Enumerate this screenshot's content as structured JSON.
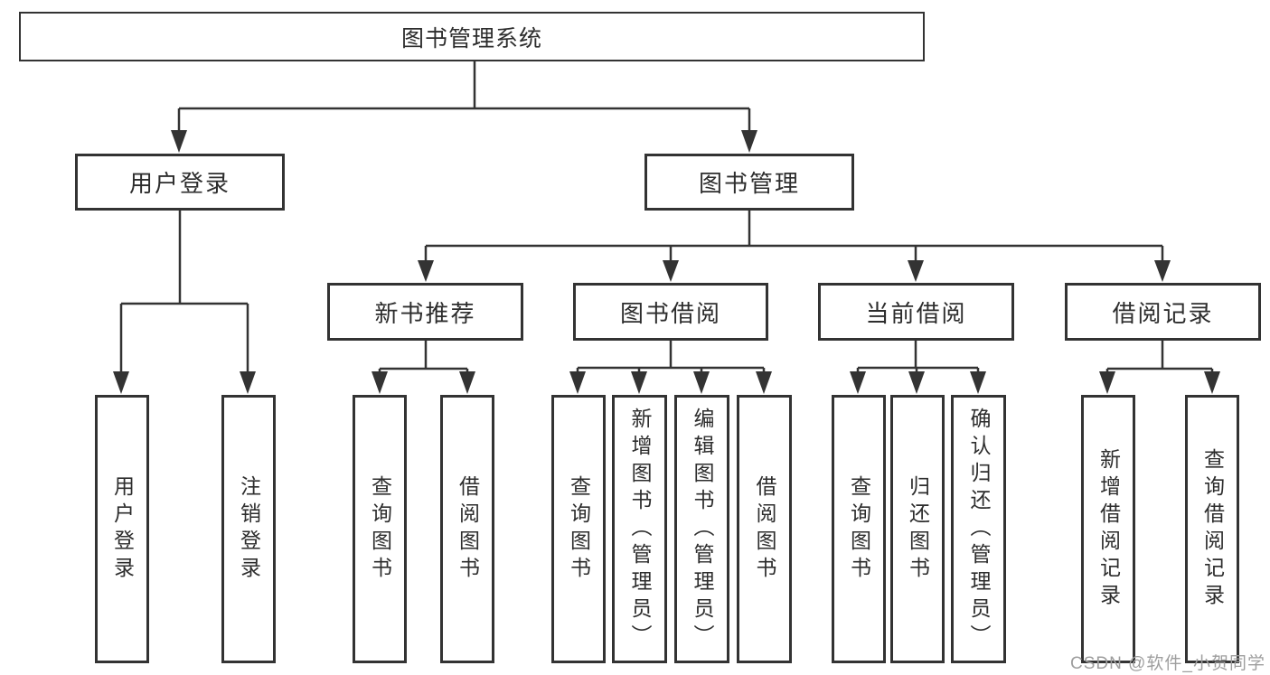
{
  "diagram": {
    "type": "hierarchy-tree",
    "root": {
      "label": "图书管理系统",
      "children": [
        {
          "label": "用户登录",
          "children": [
            {
              "label": "用户登录"
            },
            {
              "label": "注销登录"
            }
          ]
        },
        {
          "label": "图书管理",
          "children": [
            {
              "label": "新书推荐",
              "children": [
                {
                  "label": "查询图书"
                },
                {
                  "label": "借阅图书"
                }
              ]
            },
            {
              "label": "图书借阅",
              "children": [
                {
                  "label": "查询图书"
                },
                {
                  "label": "新增图书（管理员）"
                },
                {
                  "label": "编辑图书（管理员）"
                },
                {
                  "label": "借阅图书"
                }
              ]
            },
            {
              "label": "当前借阅",
              "children": [
                {
                  "label": "查询图书"
                },
                {
                  "label": "归还图书"
                },
                {
                  "label": "确认归还（管理员）"
                }
              ]
            },
            {
              "label": "借阅记录",
              "children": [
                {
                  "label": "新增借阅记录"
                },
                {
                  "label": "查询借阅记录"
                }
              ]
            }
          ]
        }
      ]
    }
  },
  "watermark": {
    "text": "CSDN @软件_小贺同学"
  },
  "colors": {
    "line": "#333333",
    "box_border": "#333333",
    "text": "#2d2d2d",
    "watermark": "#9e9e9e",
    "background": "#ffffff"
  }
}
